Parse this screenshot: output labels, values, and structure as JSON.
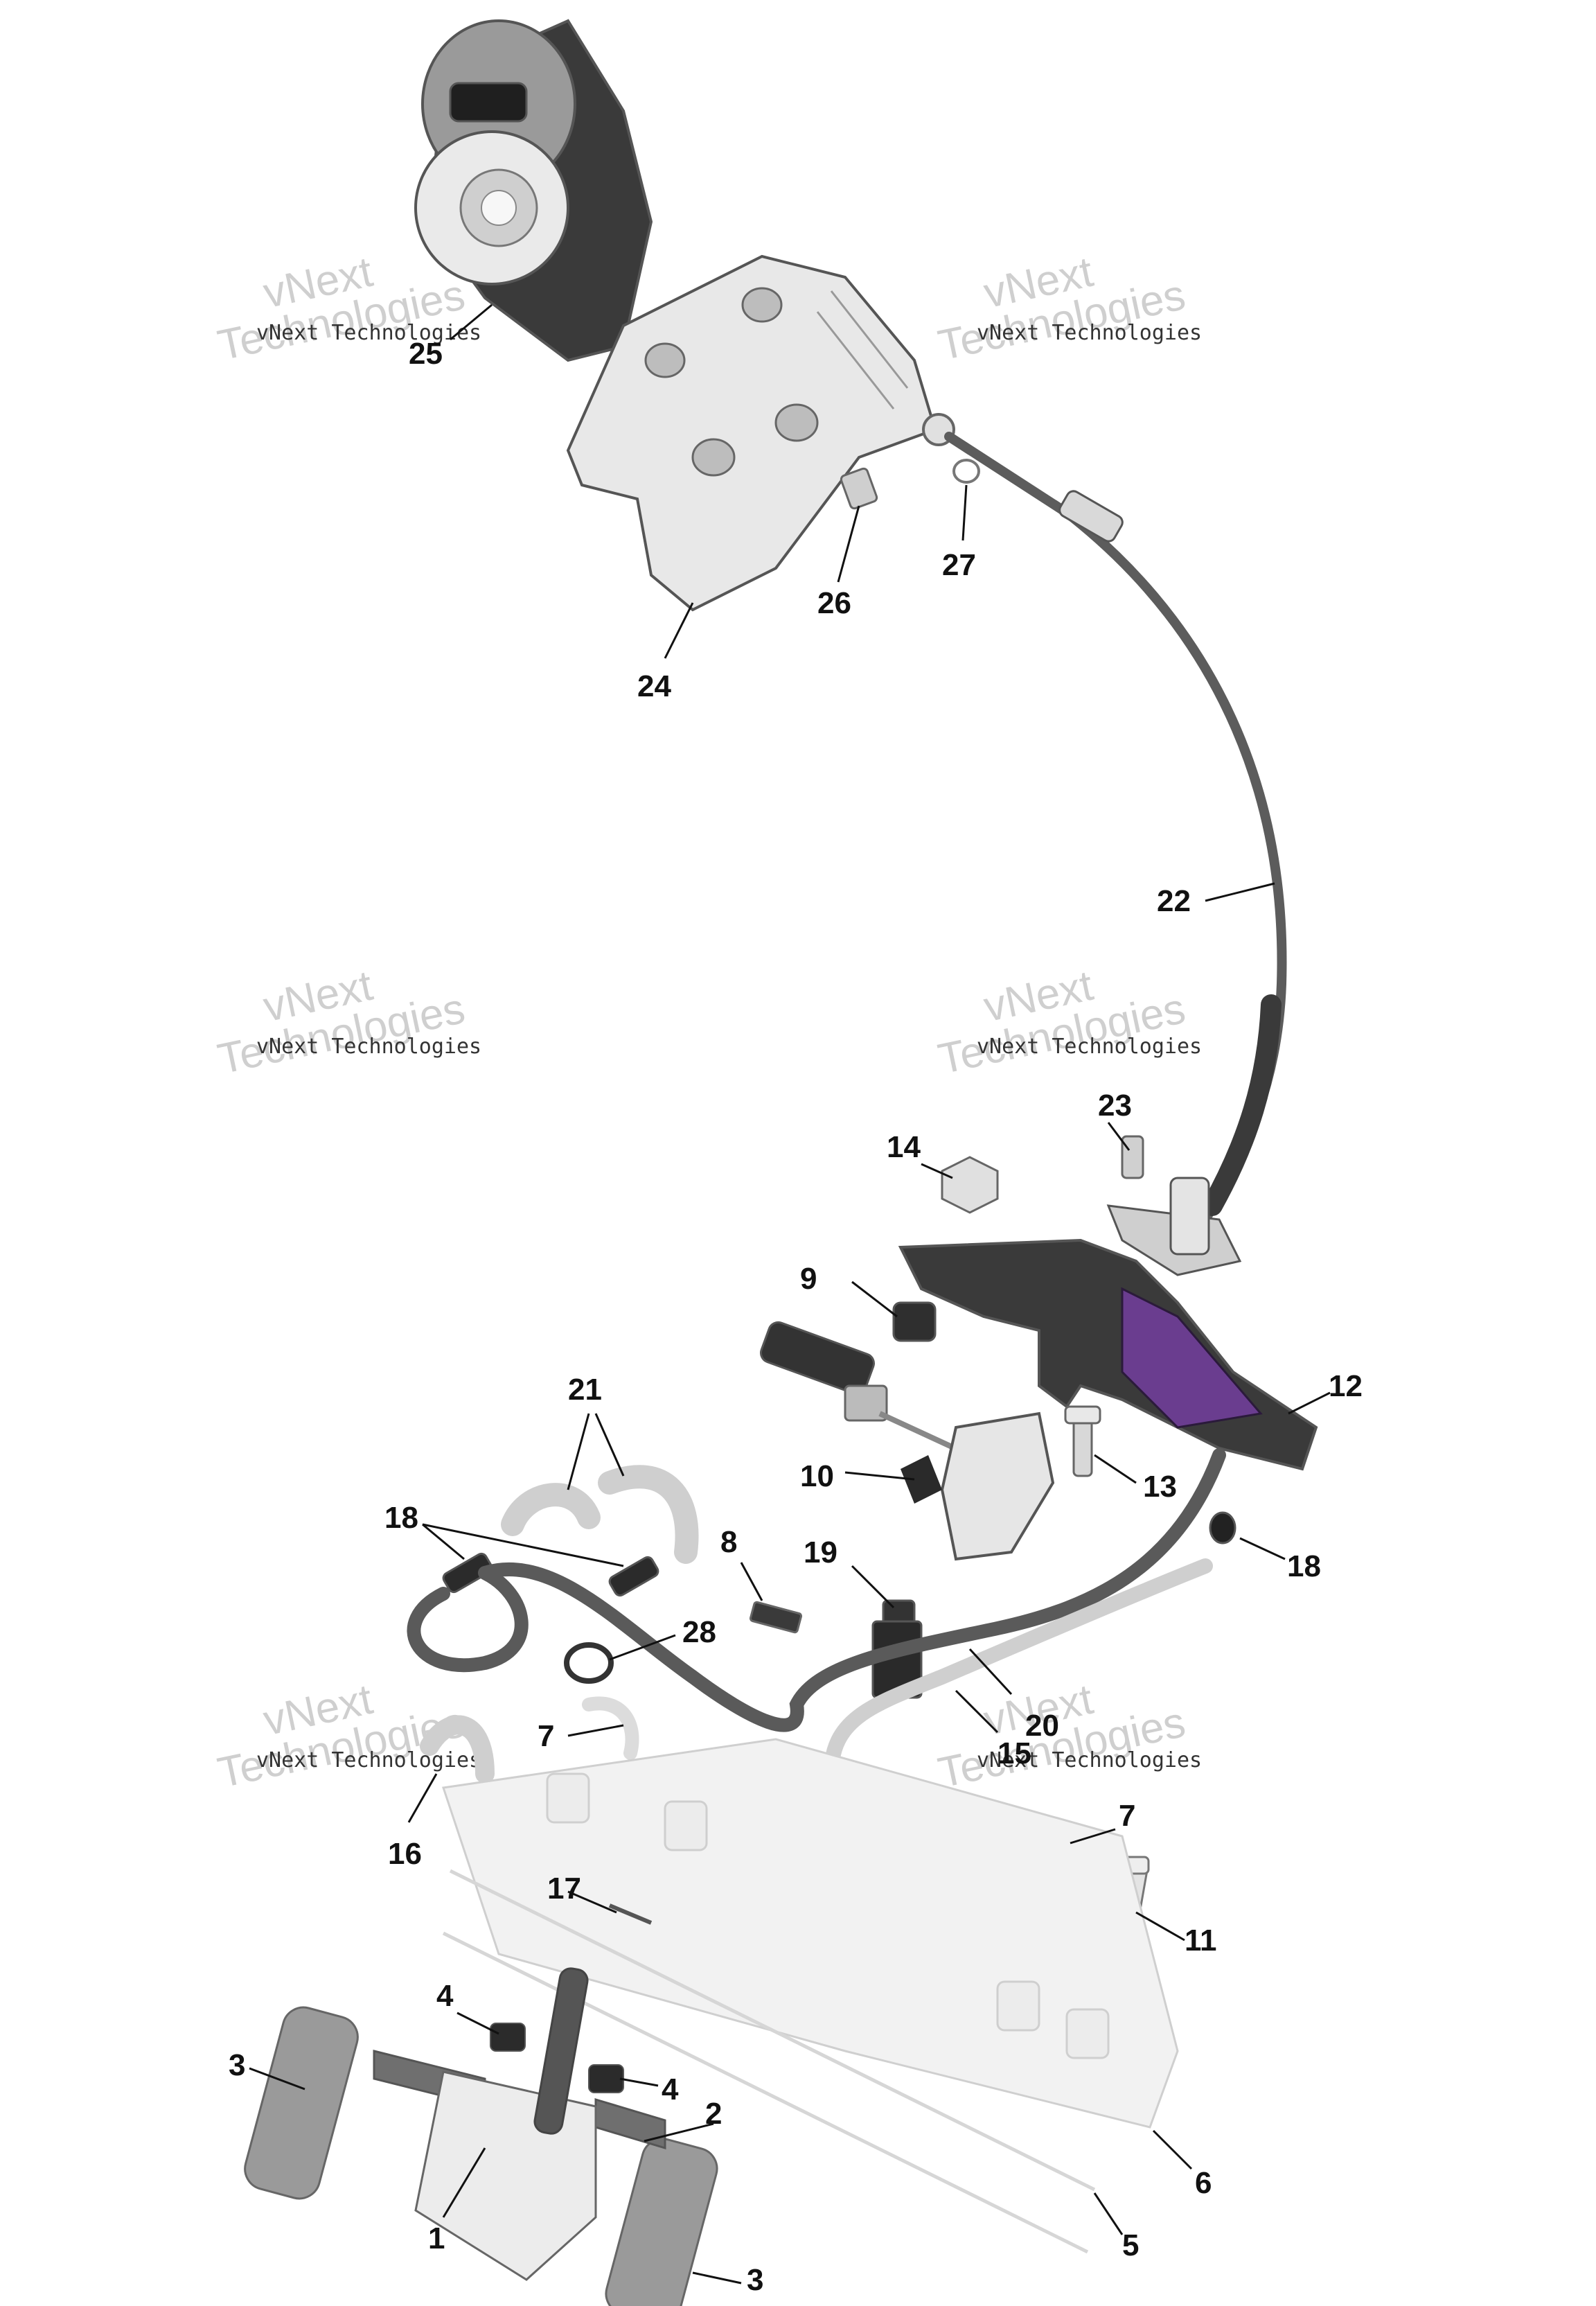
{
  "watermark": {
    "line1": "vNext Technologies",
    "line2": "Technologies",
    "line3": "vNext"
  },
  "callouts": [
    {
      "id": "1",
      "label": "1"
    },
    {
      "id": "2",
      "label": "2"
    },
    {
      "id": "3a",
      "label": "3"
    },
    {
      "id": "3b",
      "label": "3"
    },
    {
      "id": "4a",
      "label": "4"
    },
    {
      "id": "4b",
      "label": "4"
    },
    {
      "id": "5",
      "label": "5"
    },
    {
      "id": "6",
      "label": "6"
    },
    {
      "id": "7a",
      "label": "7"
    },
    {
      "id": "7b",
      "label": "7"
    },
    {
      "id": "8",
      "label": "8"
    },
    {
      "id": "9",
      "label": "9"
    },
    {
      "id": "10",
      "label": "10"
    },
    {
      "id": "11",
      "label": "11"
    },
    {
      "id": "12",
      "label": "12"
    },
    {
      "id": "13",
      "label": "13"
    },
    {
      "id": "14",
      "label": "14"
    },
    {
      "id": "15",
      "label": "15"
    },
    {
      "id": "16",
      "label": "16"
    },
    {
      "id": "17",
      "label": "17"
    },
    {
      "id": "18a",
      "label": "18"
    },
    {
      "id": "18b",
      "label": "18"
    },
    {
      "id": "19",
      "label": "19"
    },
    {
      "id": "20",
      "label": "20"
    },
    {
      "id": "21",
      "label": "21"
    },
    {
      "id": "22",
      "label": "22"
    },
    {
      "id": "23",
      "label": "23"
    },
    {
      "id": "24",
      "label": "24"
    },
    {
      "id": "25",
      "label": "25"
    },
    {
      "id": "26",
      "label": "26"
    },
    {
      "id": "27",
      "label": "27"
    },
    {
      "id": "28",
      "label": "28"
    }
  ],
  "colors": {
    "part_light": "#e6e6e6",
    "part_mid": "#b5b5b5",
    "part_dark": "#3a3a3a",
    "accent_purple": "#6a3d8f"
  }
}
